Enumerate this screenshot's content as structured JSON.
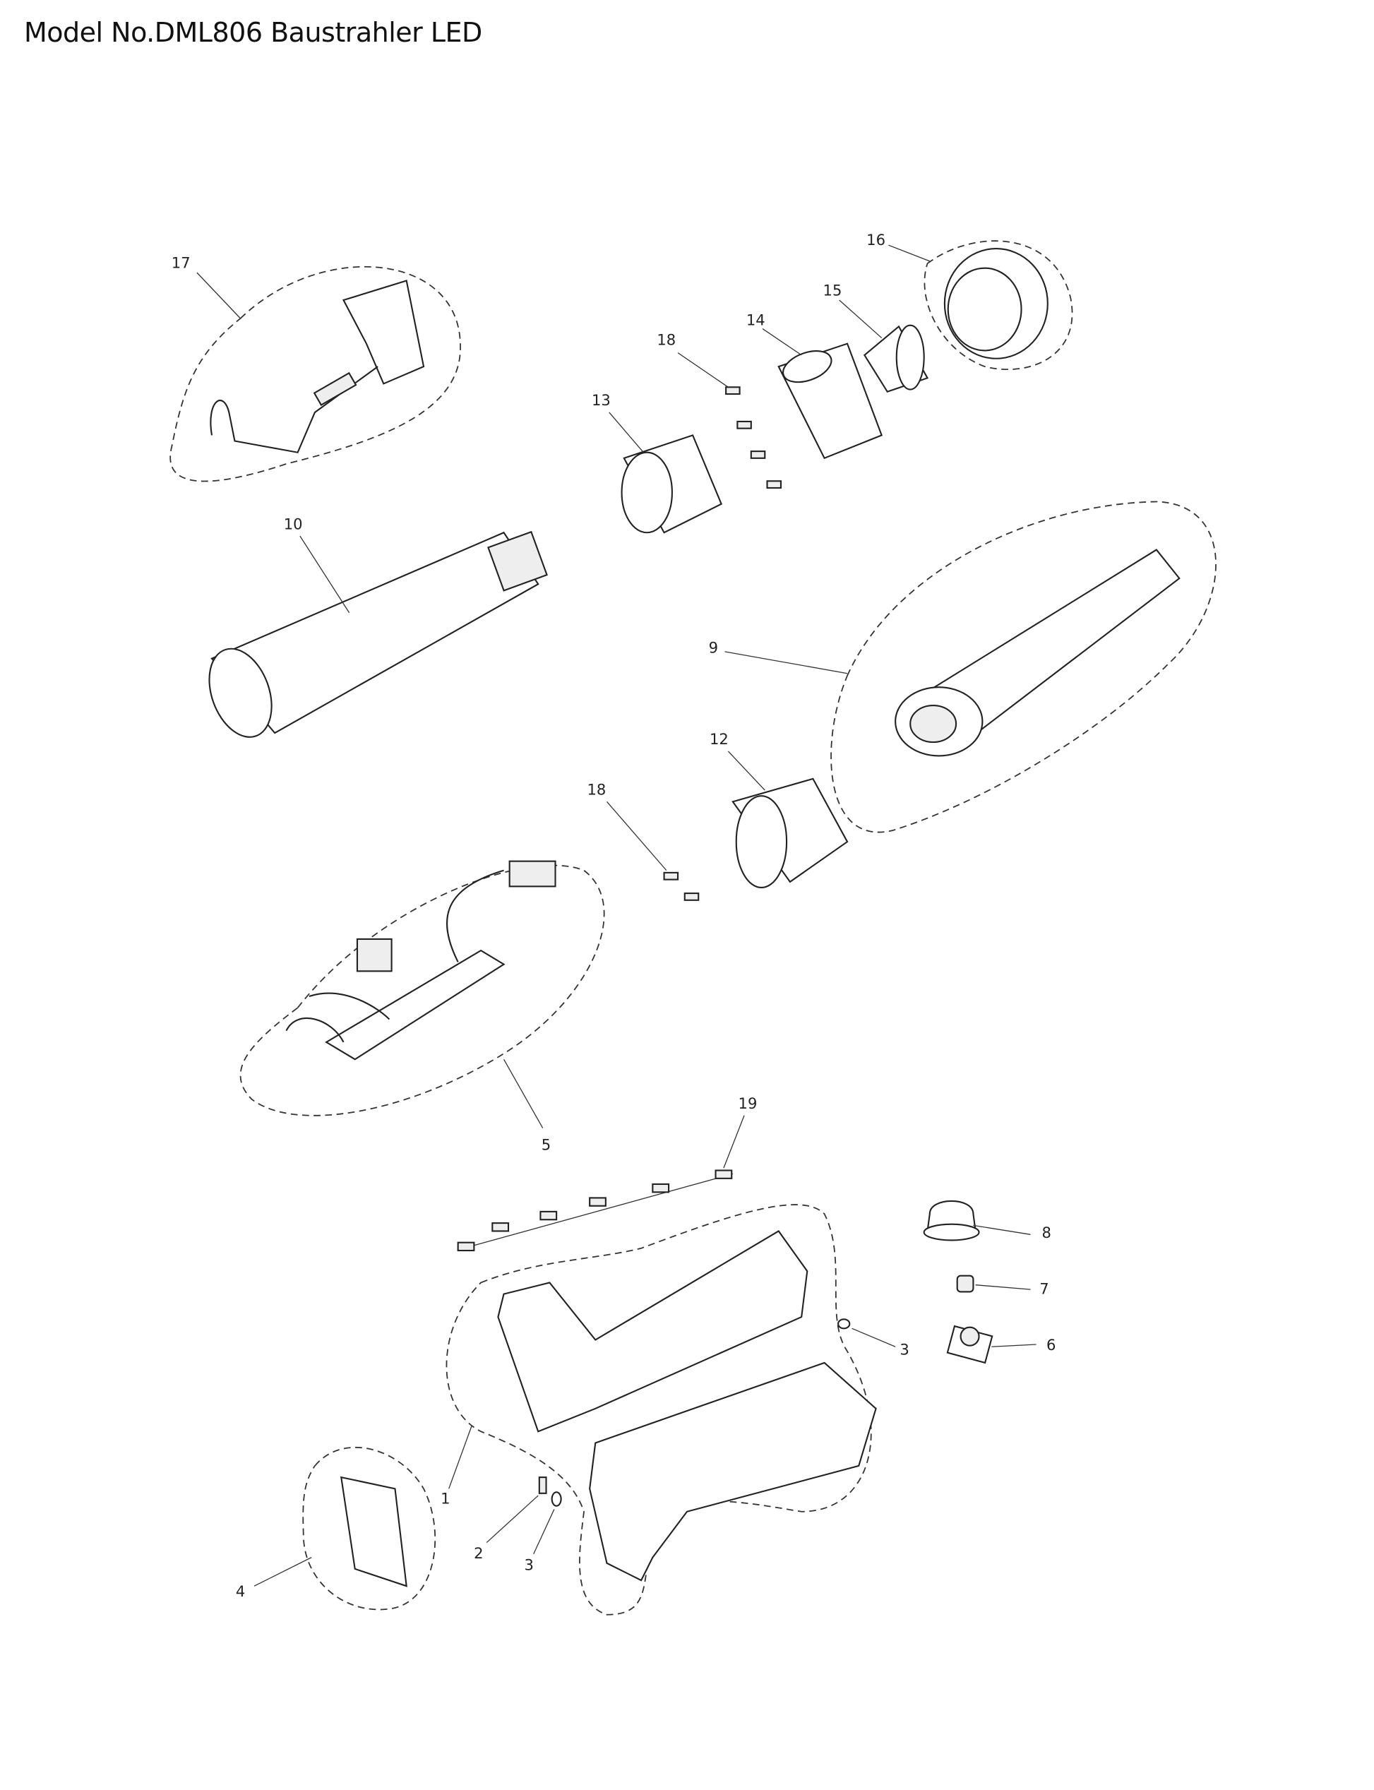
{
  "title": "Model No.DML806 Baustrahler LED",
  "callouts": {
    "p1": "1",
    "p2": "2",
    "p3a": "3",
    "p3b": "3",
    "p4": "4",
    "p5": "5",
    "p6": "6",
    "p7": "7",
    "p8": "8",
    "p9": "9",
    "p10": "10",
    "p12": "12",
    "p13": "13",
    "p14": "14",
    "p15": "15",
    "p16": "16",
    "p17": "17",
    "p18a": "18",
    "p18b": "18",
    "p19": "19"
  }
}
